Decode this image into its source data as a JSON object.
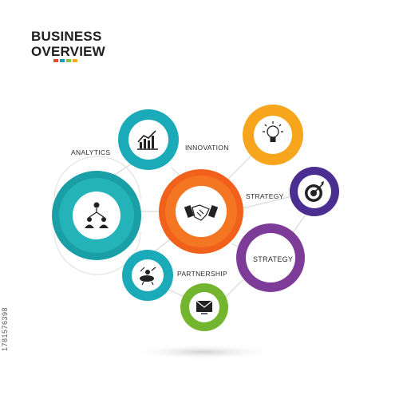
{
  "header": {
    "title_line1": "BUSINESS",
    "title_line2": "OVERVIEW",
    "swatches": [
      "#e64a2e",
      "#1a9fb0",
      "#8bc34a",
      "#f6a623"
    ]
  },
  "labels": {
    "analytics": "ANALYTICS",
    "innovation": "INNOVATION",
    "strategy_right": "STRATEGY",
    "partnership": "PARTNERSHIP",
    "strategy_center": "STRATEGY"
  },
  "nodes": [
    {
      "name": "analytics-chart-node",
      "icon": "bar-chart-icon",
      "color": "#1aaab8"
    },
    {
      "name": "org-network-node",
      "icon": "people-network-icon",
      "color": "#1a9fa6"
    },
    {
      "name": "partnership-handshake-node",
      "icon": "handshake-icon",
      "color": "#f2611c"
    },
    {
      "name": "innovation-bulb-node",
      "icon": "lightbulb-icon",
      "color": "#f7a51d"
    },
    {
      "name": "strategy-target-node",
      "icon": "target-icon",
      "color": "#4b2f90"
    },
    {
      "name": "strategy-text-node",
      "icon": "",
      "color": "#7d3c98"
    },
    {
      "name": "growth-money-node",
      "icon": "money-growth-icon",
      "color": "#1aaab8"
    },
    {
      "name": "message-mail-node",
      "icon": "envelope-icon",
      "color": "#74b52f"
    }
  ],
  "side_text": "1781576398"
}
